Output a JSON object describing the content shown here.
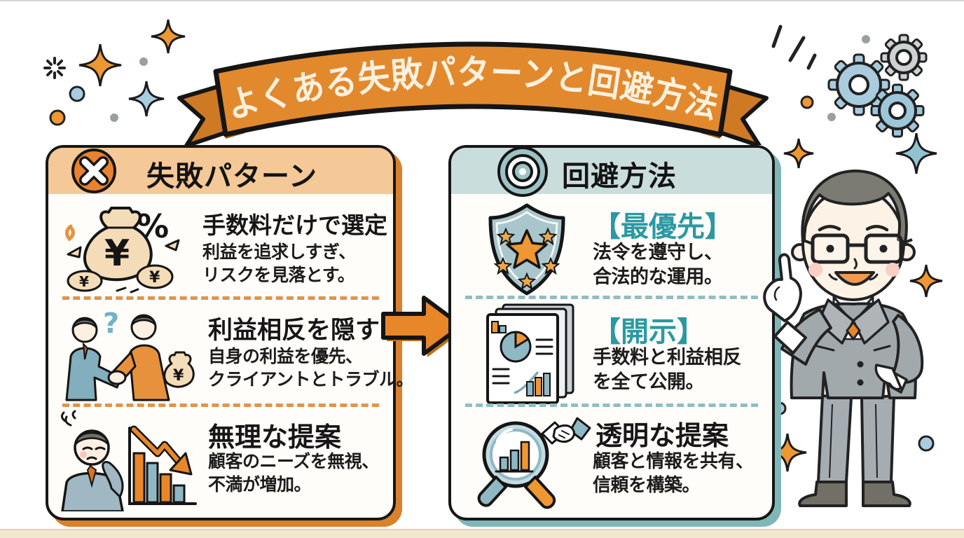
{
  "banner": {
    "title": "よくある失敗パターンと回避方法"
  },
  "left_panel": {
    "header": {
      "label": "失敗パターン",
      "icon": "x-circle-icon"
    },
    "items": [
      {
        "icon": "money-bag-yen-icon",
        "title": "手数料だけで選定",
        "desc_lines": [
          "利益を追求しすぎ、",
          "リスクを見落とす。"
        ]
      },
      {
        "icon": "handshake-hidden-moneybag-icon",
        "title": "利益相反を隠す",
        "desc_lines": [
          "自身の利益を優先、",
          "クライアントとトラブル。"
        ]
      },
      {
        "icon": "worried-man-declining-chart-icon",
        "title": "無理な提案",
        "desc_lines": [
          "顧客のニーズを無視、",
          "不満が増加。"
        ]
      }
    ]
  },
  "right_panel": {
    "header": {
      "label": "回避方法",
      "icon": "target-icon"
    },
    "items": [
      {
        "icon": "star-shield-icon",
        "title": "【最優先】",
        "desc_lines": [
          "法令を遵守し、",
          "合法的な運用。"
        ]
      },
      {
        "icon": "report-documents-icon",
        "title": "【開示】",
        "desc_lines": [
          "手数料と利益相反",
          "を全て公開。"
        ]
      },
      {
        "icon": "magnifier-chart-handshake-icon",
        "title": "透明な提案",
        "desc_lines": [
          "顧客と情報を共有、",
          "信頼を構築。"
        ]
      }
    ]
  },
  "colors": {
    "banner_orange": "#E2892E",
    "accent_orange": "#E8872A",
    "accent_teal": "#2B99A3",
    "left_header_bg": "#F5C897",
    "right_header_bg": "#C9DEDC",
    "left_shadow": "#D9812C",
    "right_shadow": "#7FB7B7"
  }
}
